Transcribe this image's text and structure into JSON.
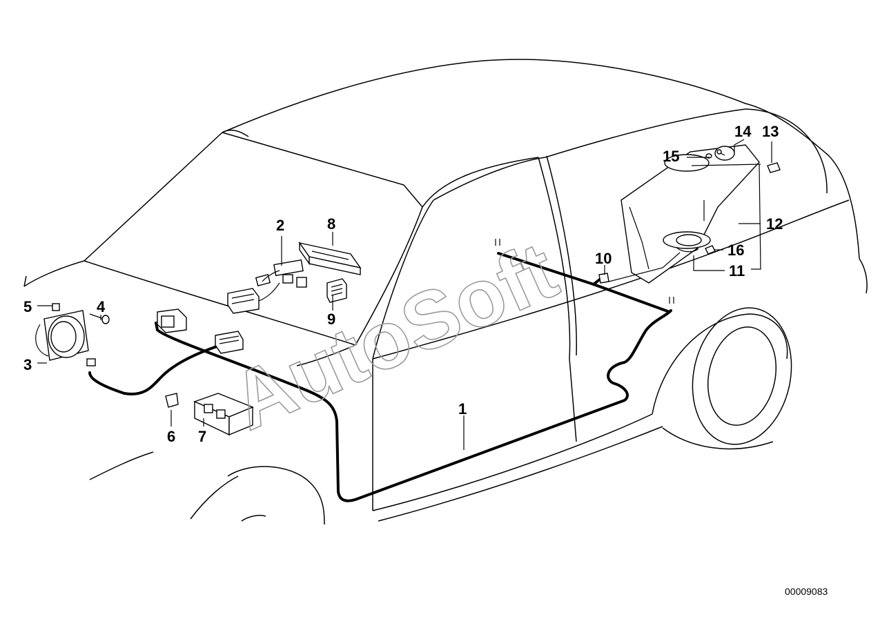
{
  "watermark": "AutoSoft",
  "drawing_number": "00009083",
  "callouts": {
    "c1": "1",
    "c2": "2",
    "c3": "3",
    "c4": "4",
    "c5": "5",
    "c6": "6",
    "c7": "7",
    "c8": "8",
    "c9": "9",
    "c10": "10",
    "c11": "11",
    "c12": "12",
    "c13": "13",
    "c14": "14",
    "c15": "15",
    "c16": "16"
  }
}
